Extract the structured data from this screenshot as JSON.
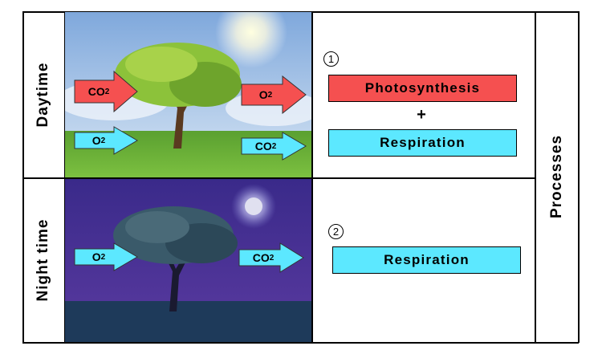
{
  "rows": {
    "day": "Daytime",
    "night": "Night time"
  },
  "column_label": "Processes",
  "day": {
    "step": "1",
    "process_1": "Photosynthesis",
    "operator": "+",
    "process_2": "Respiration",
    "arrows": {
      "co2_in": "CO",
      "o2_out": "O",
      "o2_in": "O",
      "co2_out": "CO",
      "sub": "2"
    }
  },
  "night": {
    "step": "2",
    "process": "Respiration",
    "arrows": {
      "o2_in": "O",
      "co2_out": "CO",
      "sub": "2"
    }
  },
  "colors": {
    "photosynthesis": "#f55050",
    "respiration": "#5ce8ff"
  }
}
